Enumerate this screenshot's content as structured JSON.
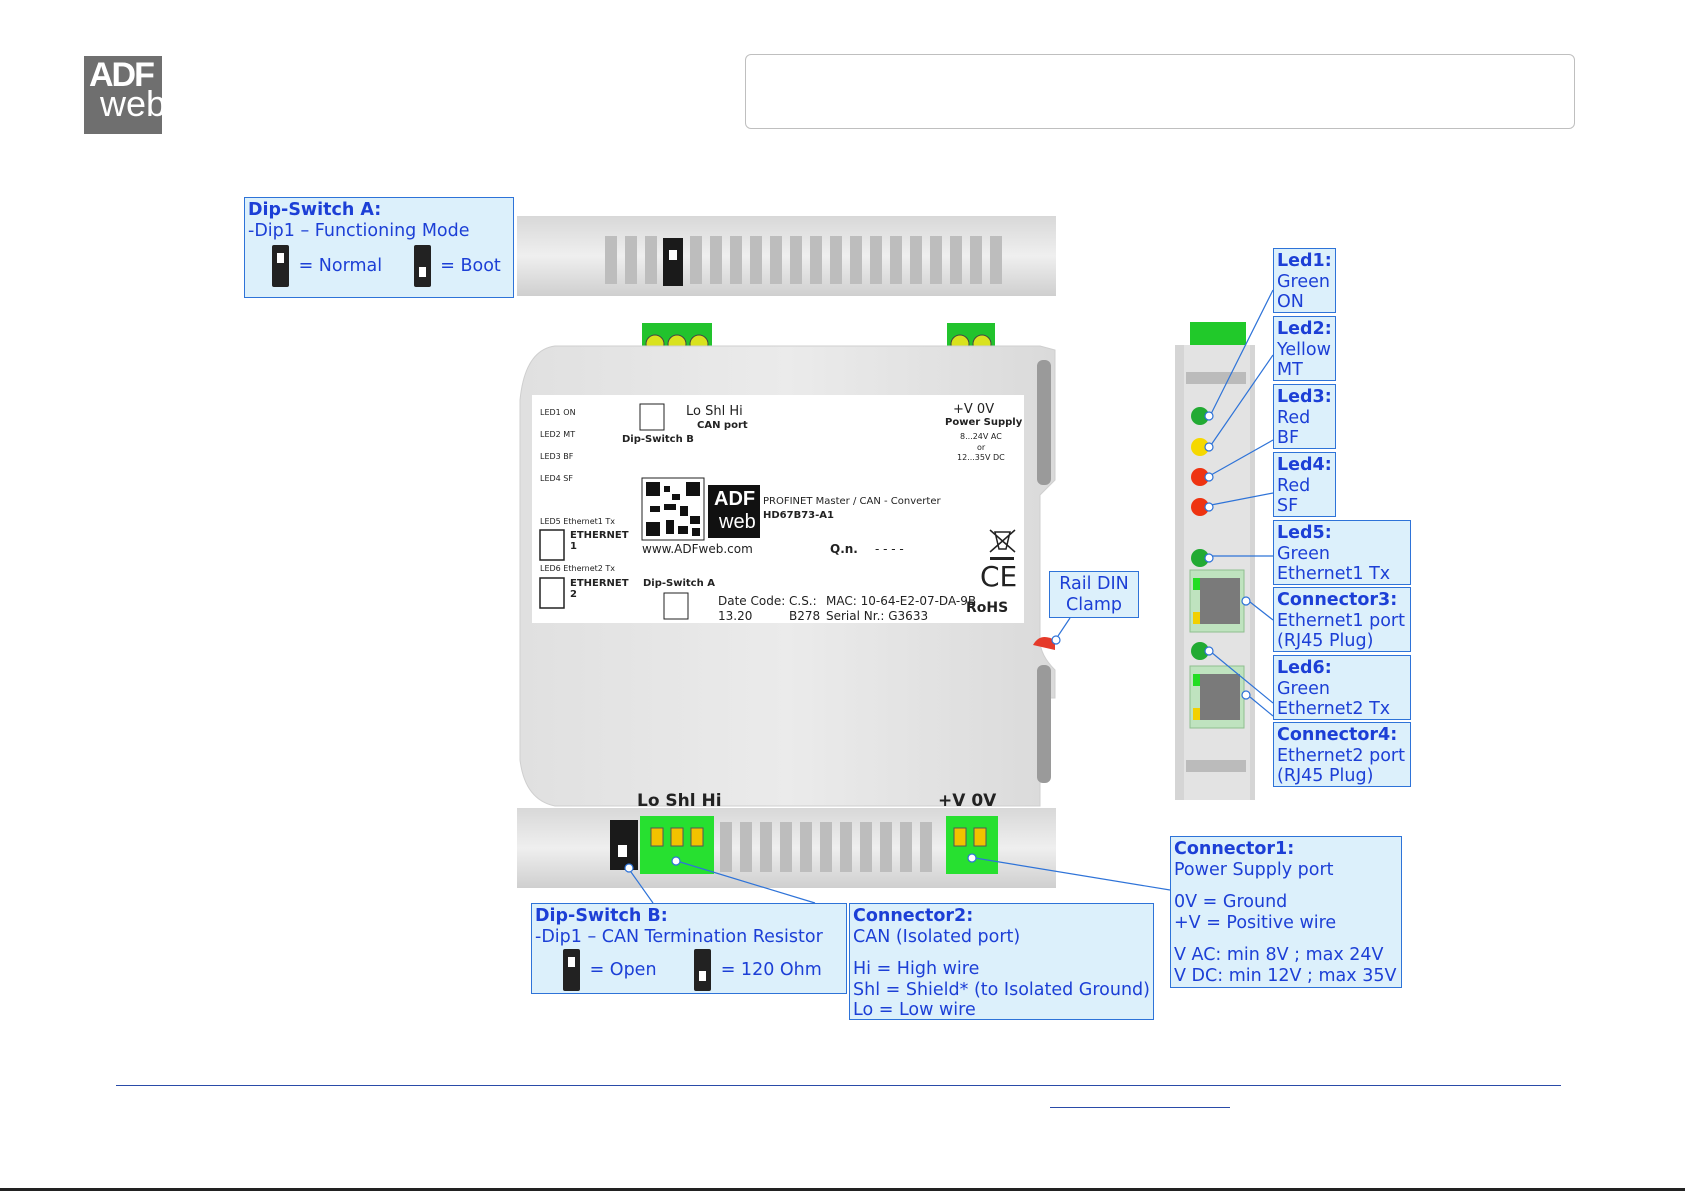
{
  "logo": {
    "line1": "ADF",
    "line2": "web"
  },
  "dip_switch_a": {
    "title": "Dip-Switch A:",
    "line": "-Dip1 – Functioning Mode",
    "normal": "= Normal",
    "boot": "= Boot"
  },
  "led1": {
    "title": "Led1:",
    "color": "Green",
    "meaning": "ON"
  },
  "led2": {
    "title": "Led2:",
    "color": "Yellow",
    "meaning": "MT"
  },
  "led3": {
    "title": "Led3:",
    "color": "Red",
    "meaning": "BF"
  },
  "led4": {
    "title": "Led4:",
    "color": "Red",
    "meaning": "SF"
  },
  "led5": {
    "title": "Led5:",
    "color": "Green",
    "meaning": "Ethernet1 Tx"
  },
  "connector3": {
    "title": "Connector3:",
    "line1": "Ethernet1 port",
    "line2": "(RJ45 Plug)"
  },
  "led6": {
    "title": "Led6:",
    "color": "Green",
    "meaning": "Ethernet2 Tx"
  },
  "connector4": {
    "title": "Connector4:",
    "line1": "Ethernet2 port",
    "line2": "(RJ45 Plug)"
  },
  "rail_din": {
    "line1": "Rail DIN",
    "line2": "Clamp"
  },
  "connector1": {
    "title": "Connector1:",
    "line1": "Power Supply port",
    "line2": "0V = Ground",
    "line3": "+V = Positive wire",
    "line4": "V AC: min 8V ; max 24V",
    "line5": "V DC: min 12V ; max 35V"
  },
  "dip_switch_b": {
    "title": "Dip-Switch B:",
    "line": "-Dip1 – CAN Termination Resistor",
    "open": "= Open",
    "ohm": "= 120 Ohm"
  },
  "connector2": {
    "title": "Connector2:",
    "line1": "CAN (Isolated port)",
    "line2": "Hi = High wire",
    "line3": "Shl = Shield* (to Isolated Ground)",
    "line4": "Lo = Low wire"
  },
  "device": {
    "leds": [
      "LED1 ON",
      "LED2 MT",
      "LED3 BF",
      "LED4 SF"
    ],
    "led5": "LED5 Ethernet1 Tx",
    "led6": "LED6 Ethernet2 Tx",
    "eth1": "ETHERNET 1",
    "eth2": "ETHERNET 2",
    "can_pins": "Lo  Shl  Hi",
    "can_port": "CAN port",
    "dip_b": "Dip-Switch B",
    "pw_pins": "+V   0V",
    "pw_title": "Power Supply",
    "pw_ac": "8...24V AC",
    "pw_or": "or",
    "pw_dc": "12...35V DC",
    "product": "PROFINET Master / CAN - Converter",
    "code": "HD67B73-A1",
    "web": "www.ADFweb.com",
    "qn_label": "Q.n.",
    "qn_value": "- - - -",
    "dip_a": "Dip-Switch A",
    "date_label": "Date Code:",
    "date_value": "13.20",
    "cs_label": "C.S.:",
    "cs_value": "B278",
    "mac": "MAC: 10-64-E2-07-DA-9B",
    "serial": "Serial Nr.: G3633",
    "rohs": "RoHS",
    "ce": "CE",
    "bottom_can": "Lo Shl Hi",
    "bottom_pw": "+V 0V"
  },
  "colors": {
    "callout_border": "#2e73d8",
    "callout_bg": "#dcf0fb",
    "callout_text": "#1c3fd6",
    "connector_green": "#1fcf2b",
    "led_green": "#22aa33",
    "led_yellow": "#f5d800",
    "led_red": "#ee3311"
  }
}
